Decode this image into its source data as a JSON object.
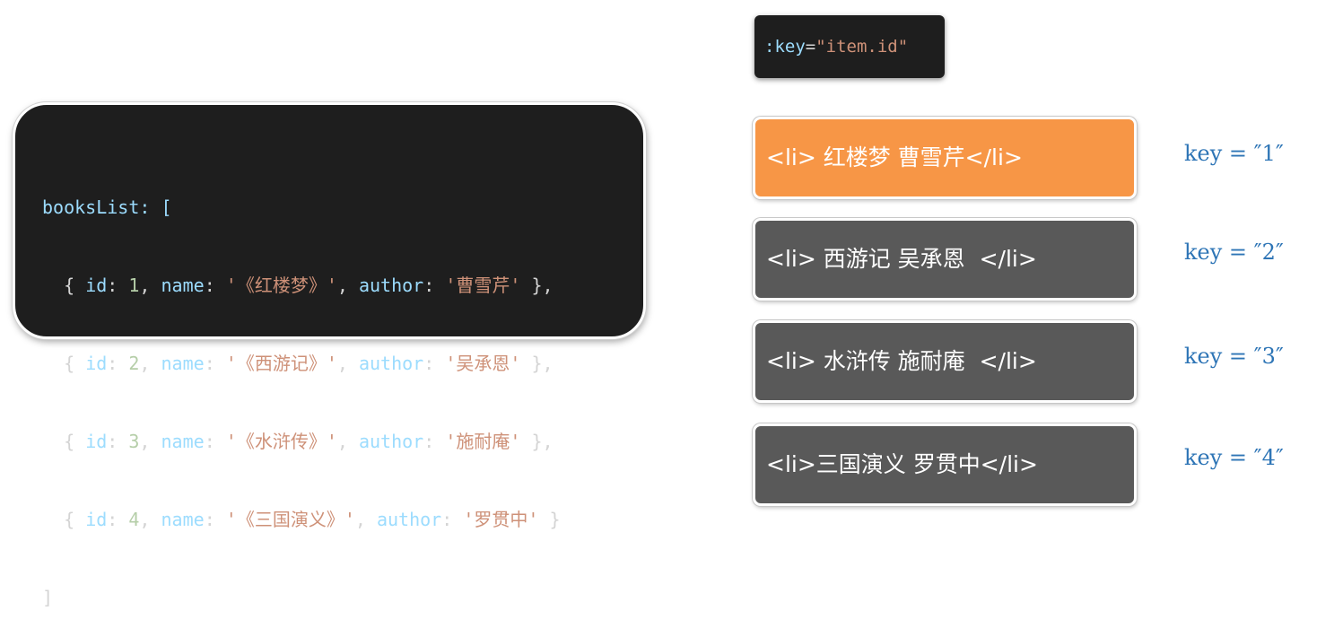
{
  "code": {
    "open": "booksList: [",
    "close": "]",
    "books": [
      {
        "id": "1",
        "name": "'《红楼梦》'",
        "author": "'曹雪芹'",
        "end": " },"
      },
      {
        "id": "2",
        "name": "'《西游记》'",
        "author": "'吴承恩'",
        "end": " },"
      },
      {
        "id": "3",
        "name": "'《水浒传》'",
        "author": "'施耐庵'",
        "end": " },"
      },
      {
        "id": "4",
        "name": "'《三国演义》'",
        "author": "'罗贯中'",
        "end": " }"
      }
    ]
  },
  "key_label": {
    "attr": ":key",
    "eq": "=",
    "value": "\"item.id\""
  },
  "list_items": [
    {
      "text": "<li> 红楼梦 曹雪芹</li>",
      "key": "key = ″1″",
      "state": "active"
    },
    {
      "text": "<li> 西游记 吴承恩  </li>",
      "key": "key = ″2″",
      "state": "normal"
    },
    {
      "text": "<li> 水浒传 施耐庵  </li>",
      "key": "key = ″3″",
      "state": "normal"
    },
    {
      "text": "<li>三国演义 罗贯中</li>",
      "key": "key = ″4″",
      "state": "normal"
    }
  ],
  "colors": {
    "active_item": "#f79646",
    "normal_item": "#595959",
    "key_text": "#2e75b6",
    "code_bg": "#1e1e1e"
  }
}
